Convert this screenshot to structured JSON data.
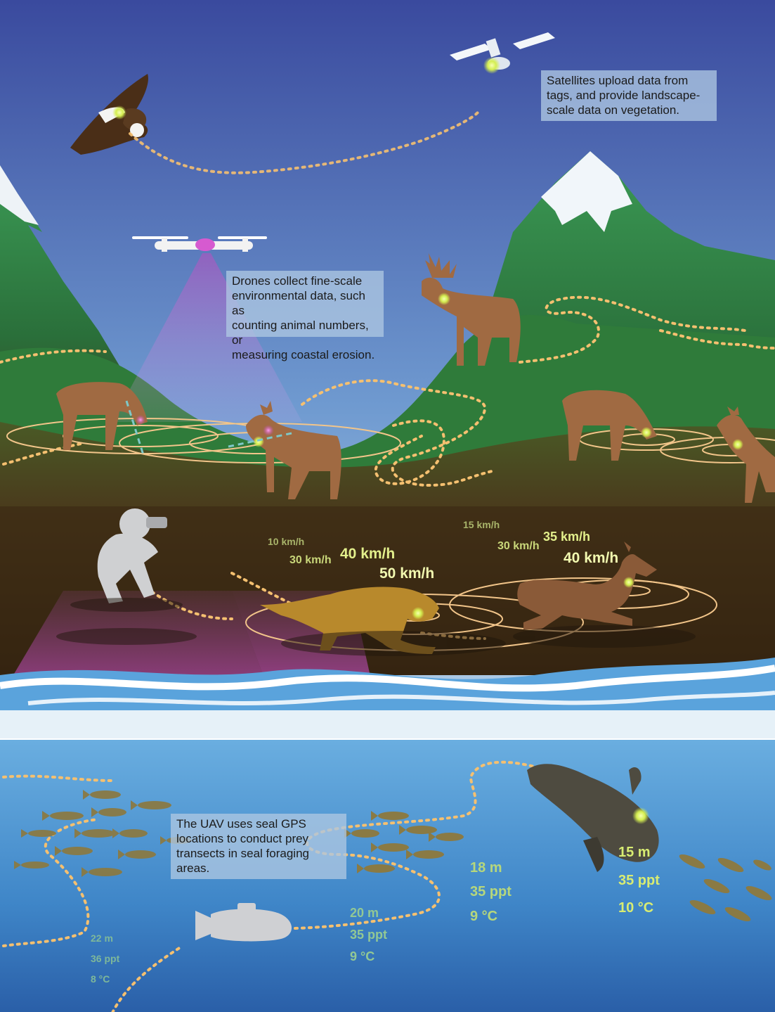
{
  "callouts": {
    "satellite": "Satellites upload data from\ntags, and provide landscape-\nscale data on vegetation.",
    "drone": "Drones collect fine-scale\nenvironmental data, such as\ncounting animal numbers, or\nmeasuring coastal erosion.",
    "uav": "The UAV uses seal GPS\nlocations to conduct prey\ntransects in seal foraging\nareas."
  },
  "speeds": {
    "cat": [
      "10 km/h",
      "30 km/h",
      "40 km/h",
      "50 km/h"
    ],
    "deer": [
      "15 km/h",
      "30 km/h",
      "35 km/h",
      "40 km/h"
    ]
  },
  "water_readings": {
    "far_left": [
      "22 m",
      "36 ppt",
      "8 °C"
    ],
    "sub": [
      "20 m",
      "35 ppt",
      "9 °C"
    ],
    "mid": [
      "18 m",
      "35 ppt",
      "9 °C"
    ],
    "seal": [
      "15 m",
      "35 ppt",
      "10 °C"
    ]
  },
  "colors": {
    "sky_top": "#3c4fa0",
    "sky_bottom": "#9fc0df",
    "mountain_green": "#2f8a45",
    "ground_brown": "#3b2a14",
    "ocean": "#5b9fd6",
    "path_dots": "#f5c070",
    "tag_glow": "#d8f060",
    "drone_beam": "#c04fc0",
    "animal_brown": "#a06a42"
  }
}
